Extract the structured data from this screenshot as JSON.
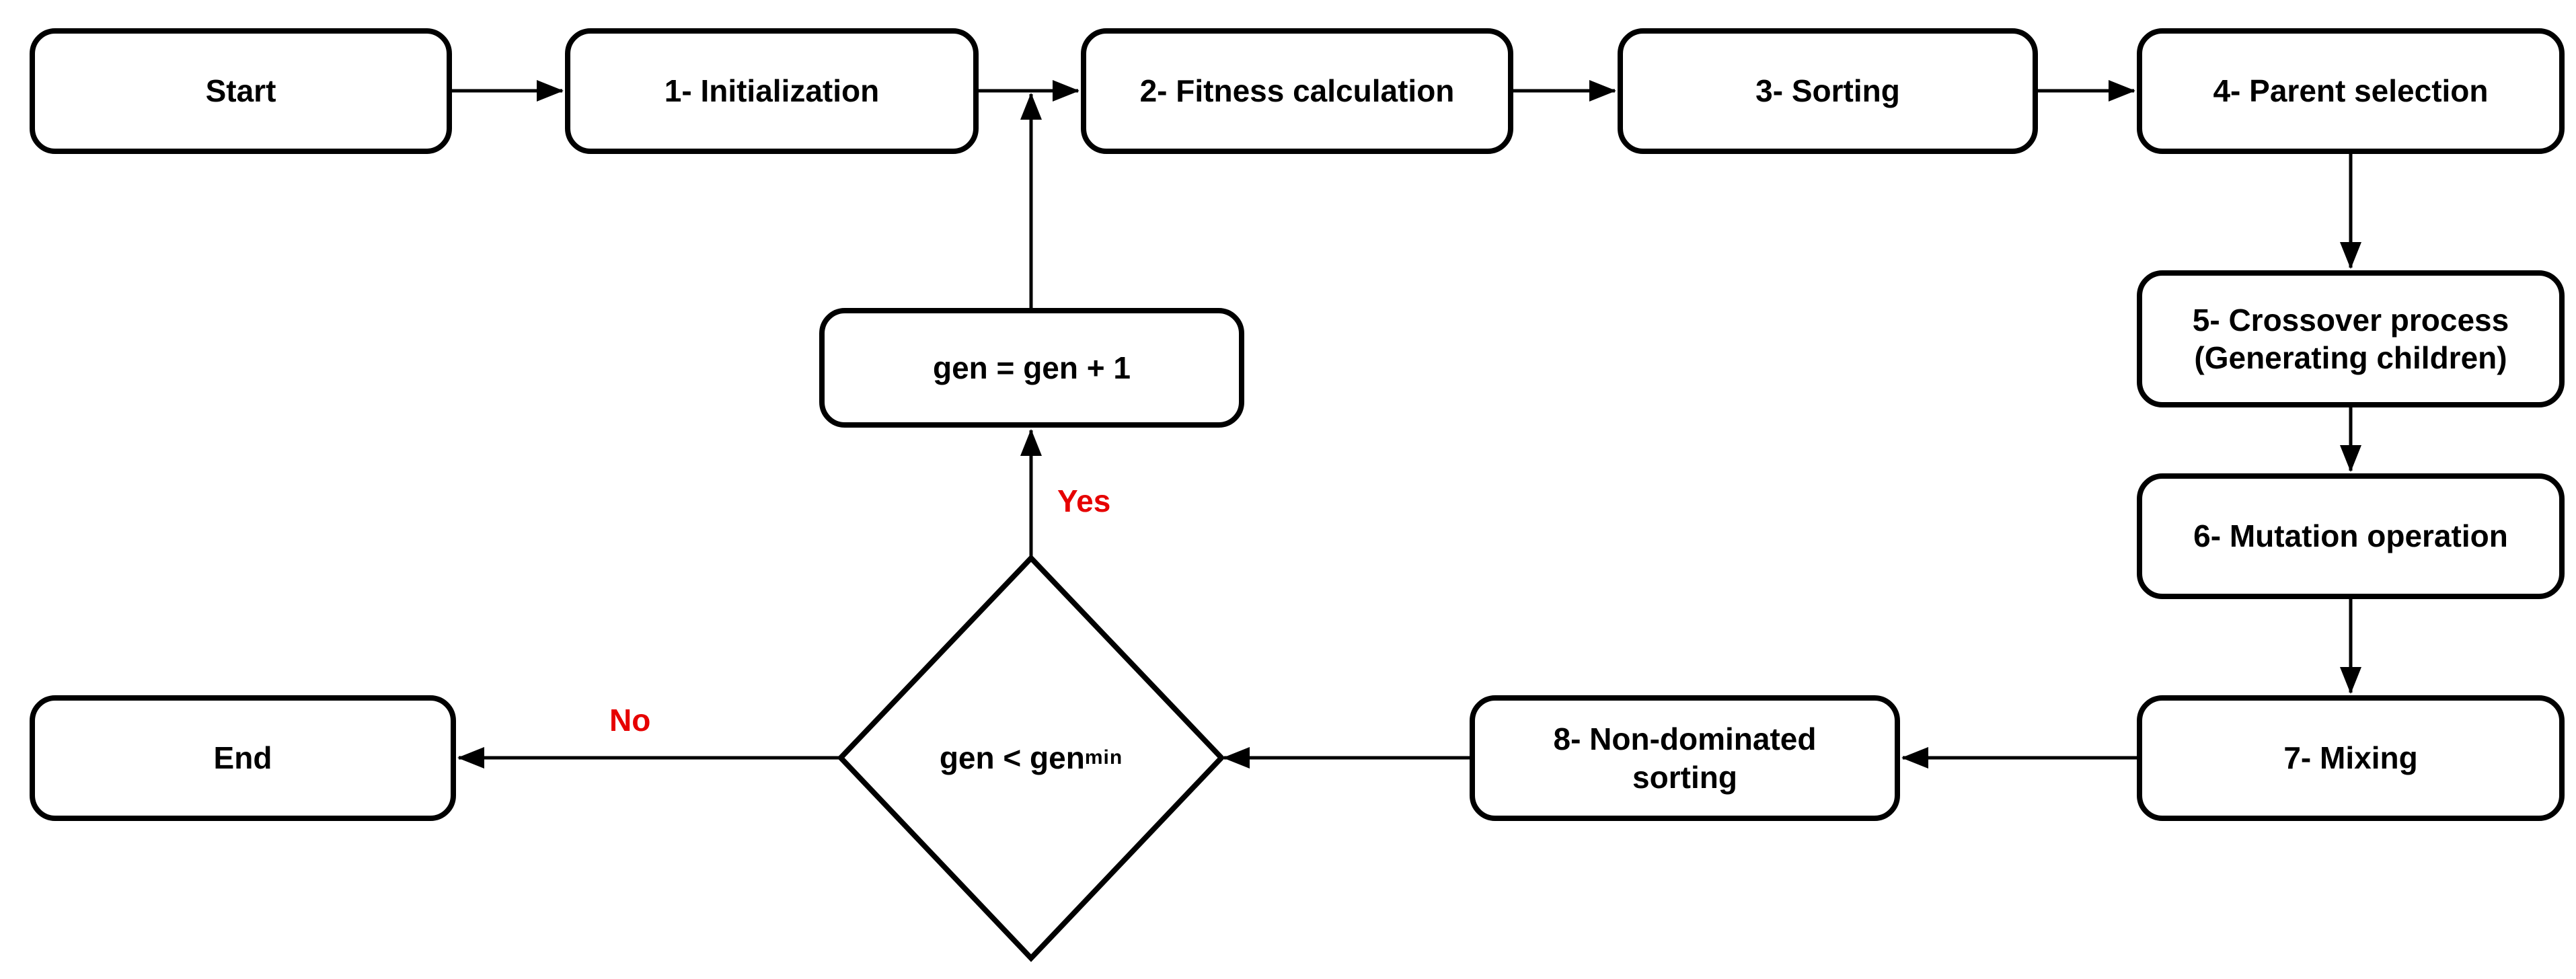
{
  "diagram": {
    "kind": "flowchart",
    "colors": {
      "line": "#000000",
      "node_fill": "#ffffff",
      "node_text": "#000000",
      "edge_label": "#e60000"
    },
    "nodes": {
      "start": {
        "label": "Start"
      },
      "initialization": {
        "label": "1- Initialization"
      },
      "fitness": {
        "label": "2- Fitness calculation"
      },
      "sorting": {
        "label": "3- Sorting"
      },
      "parent_selection": {
        "label": "4- Parent selection"
      },
      "crossover": {
        "lines": [
          "5- Crossover process",
          "(Generating children)"
        ]
      },
      "mutation": {
        "label": "6- Mutation operation"
      },
      "mixing": {
        "label": "7- Mixing"
      },
      "non_dominated": {
        "lines": [
          "8- Non-dominated",
          "sorting"
        ]
      },
      "gen_increment": {
        "label": "gen = gen + 1"
      },
      "decision": {
        "text": "gen < gen",
        "subscript": "min"
      },
      "end": {
        "label": "End"
      }
    },
    "edge_labels": {
      "yes": "Yes",
      "no": "No"
    }
  }
}
